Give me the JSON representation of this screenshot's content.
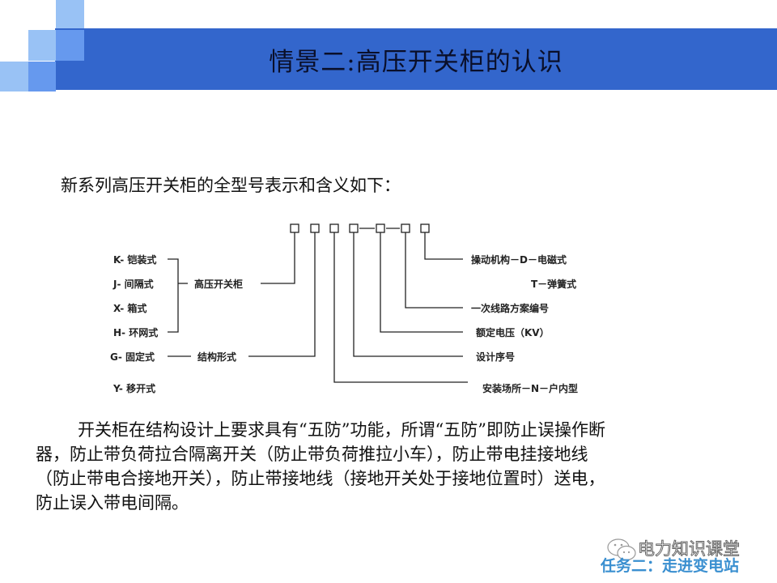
{
  "slide": {
    "title": "情景二:高压开关柜的认识",
    "intro": "新系列高压开关柜的全型号表示和含义如下：",
    "colors": {
      "title_bar": "#3366cc",
      "sq_light": "#99c2f5",
      "sq_mid": "#6699ee",
      "footer": "#3a8fd0"
    }
  },
  "diagram": {
    "left_labels": [
      "K- 铠装式",
      "J- 间隔式",
      "X- 箱式",
      "H- 环网式",
      "G- 固定式",
      "Y- 移开式"
    ],
    "group_labels": [
      "高压开关柜",
      "结构形式"
    ],
    "right_labels": [
      "操动机构－D－电磁式",
      "T－弹簧式",
      "一次线路方案编号",
      "额定电压（KV）",
      "设计序号",
      "安装场所－N－户内型"
    ]
  },
  "paragraph": {
    "lines": [
      "开关柜在结构设计上要求具有“五防”功能，所谓“五防”即防止误操作断",
      "器，防止带负荷拉合隔离开关（防止带负荷推拉小车），防止带电挂接地线",
      "（防止带电合接地开关），防止带接地线（接地开关处于接地位置时）送电，",
      "防止误入带电间隔。"
    ]
  },
  "watermark": {
    "icon": "wechat-icon",
    "text": "电力知识课堂"
  },
  "footer": {
    "text": "任务二：走进变电站"
  }
}
